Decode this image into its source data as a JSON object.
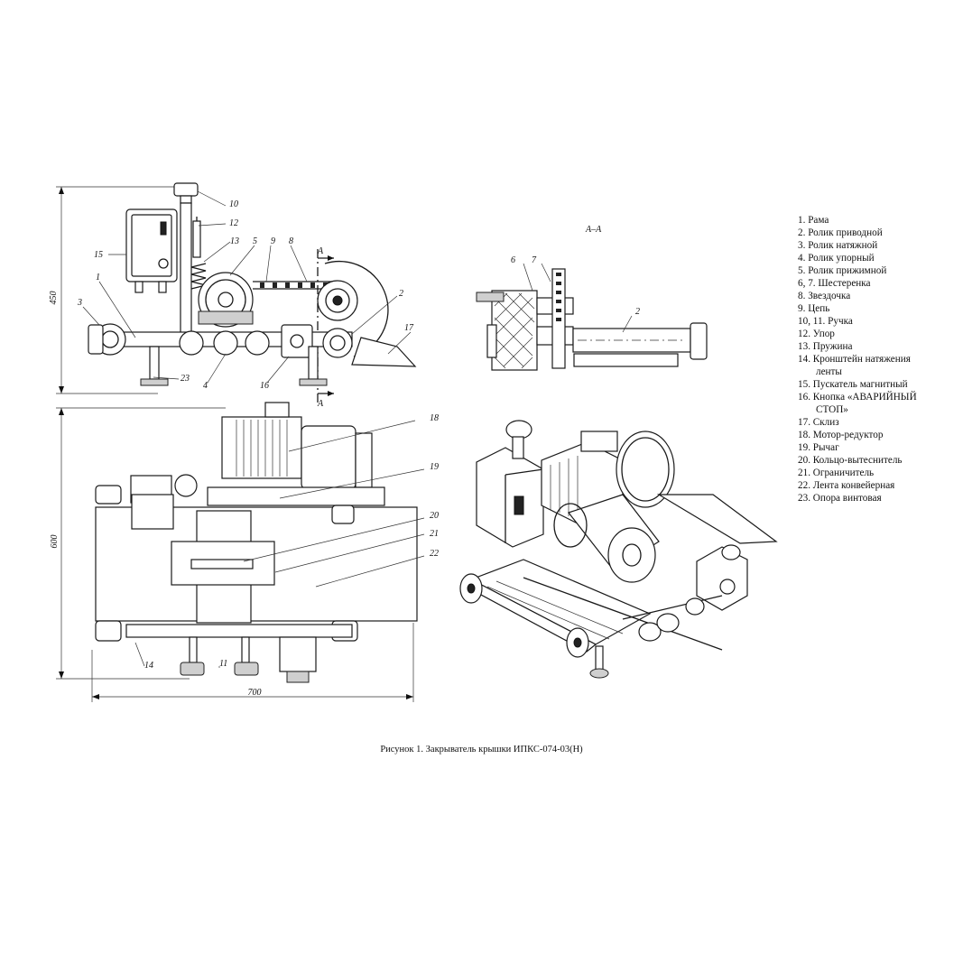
{
  "caption": "Рисунок 1. Закрыватель крышки ИПКС-074-03(Н)",
  "section_label": "А–А",
  "section_marks": [
    "А",
    "А"
  ],
  "dimensions": {
    "height_side": "450",
    "height_top": "600",
    "width_top": "700"
  },
  "callouts_side": [
    "10",
    "12",
    "13",
    "5",
    "9",
    "8",
    "15",
    "1",
    "3",
    "2",
    "17",
    "23",
    "4",
    "16"
  ],
  "callouts_section": [
    "6",
    "7",
    "2"
  ],
  "callouts_top": [
    "18",
    "19",
    "20",
    "21",
    "22",
    "14",
    "11"
  ],
  "legend": [
    {
      "text": "1. Рама"
    },
    {
      "text": "2. Ролик приводной"
    },
    {
      "text": "3. Ролик натяжной"
    },
    {
      "text": "4. Ролик упорный"
    },
    {
      "text": "5. Ролик прижимной"
    },
    {
      "text": "6, 7. Шестеренка"
    },
    {
      "text": "8. Звездочка"
    },
    {
      "text": "9. Цепь"
    },
    {
      "text": "10, 11. Ручка"
    },
    {
      "text": "12. Упор"
    },
    {
      "text": "13. Пружина"
    },
    {
      "text": "14. Кронштейн натяжения",
      "cont": "ленты"
    },
    {
      "text": "15. Пускатель магнитный"
    },
    {
      "text": "16. Кнопка «АВАРИЙНЫЙ",
      "cont": "СТОП»"
    },
    {
      "text": "17. Склиз"
    },
    {
      "text": "18. Мотор-редуктор"
    },
    {
      "text": "19. Рычаг"
    },
    {
      "text": "20. Кольцо-вытеснитель"
    },
    {
      "text": "21. Ограничитель"
    },
    {
      "text": "22. Лента конвейерная"
    },
    {
      "text": "23. Опора винтовая"
    }
  ]
}
